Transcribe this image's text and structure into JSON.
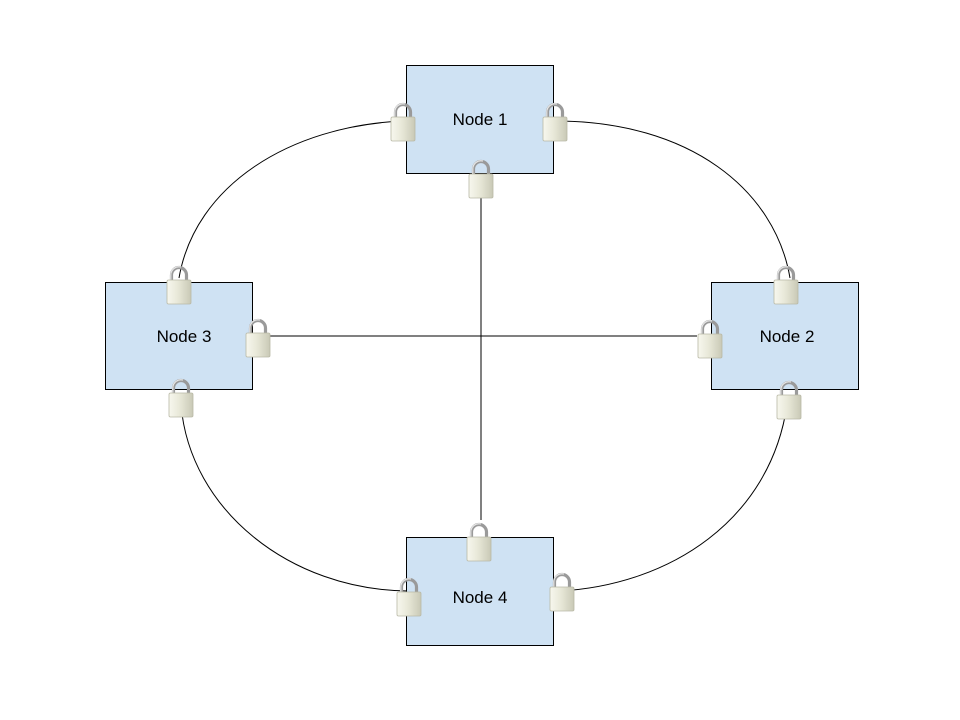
{
  "nodes": [
    {
      "id": "node-1",
      "label": "Node 1"
    },
    {
      "id": "node-2",
      "label": "Node 2"
    },
    {
      "id": "node-3",
      "label": "Node 3"
    },
    {
      "id": "node-4",
      "label": "Node 4"
    }
  ],
  "links": [
    {
      "from": "node-1",
      "to": "node-2",
      "style": "curved",
      "locks": 2
    },
    {
      "from": "node-2",
      "to": "node-4",
      "style": "curved",
      "locks": 2
    },
    {
      "from": "node-4",
      "to": "node-3",
      "style": "curved",
      "locks": 2
    },
    {
      "from": "node-3",
      "to": "node-1",
      "style": "curved",
      "locks": 2
    },
    {
      "from": "node-1",
      "to": "node-4",
      "style": "straight",
      "locks": 2
    },
    {
      "from": "node-3",
      "to": "node-2",
      "style": "straight",
      "locks": 2
    }
  ],
  "colors": {
    "node_fill": "#cfe2f3",
    "node_border": "#000000",
    "link": "#000000",
    "lock_body": "#e4e4d4",
    "lock_shackle": "#9a9a9a"
  },
  "icons": {
    "connection_endpoint": "padlock-icon"
  }
}
